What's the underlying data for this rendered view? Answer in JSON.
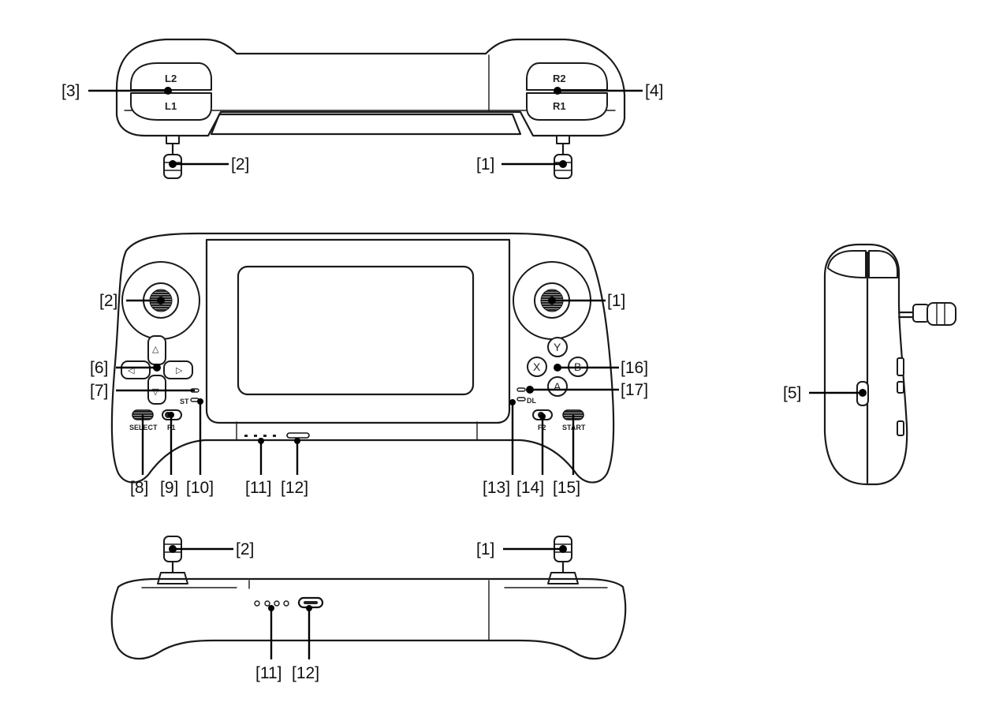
{
  "views": {
    "top": {
      "labels": {
        "l2": "L2",
        "l1": "L1",
        "r2": "R2",
        "r1": "R1"
      },
      "callouts": {
        "c3": "[3]",
        "c4": "[4]",
        "c2": "[2]",
        "c1": "[1]"
      }
    },
    "front": {
      "button_labels": {
        "select": "SELECT",
        "start": "START",
        "f1": "F1",
        "f2": "F2",
        "st": "ST",
        "dl": "DL"
      },
      "face_buttons": {
        "y": "Y",
        "x": "X",
        "b": "B",
        "a": "A"
      },
      "dpad_glyphs": {
        "up": "△",
        "down": "▽",
        "left": "◁",
        "right": "▷"
      },
      "callouts": {
        "c1": "[1]",
        "c2": "[2]",
        "c6": "[6]",
        "c7": "[7]",
        "c8": "[8]",
        "c9": "[9]",
        "c10": "[10]",
        "c11": "[11]",
        "c12": "[12]",
        "c13": "[13]",
        "c14": "[14]",
        "c15": "[15]",
        "c16": "[16]",
        "c17": "[17]"
      }
    },
    "side": {
      "callouts": {
        "c5": "[5]"
      }
    },
    "bottom": {
      "callouts": {
        "c2": "[2]",
        "c1": "[1]",
        "c11": "[11]",
        "c12": "[12]"
      }
    }
  }
}
